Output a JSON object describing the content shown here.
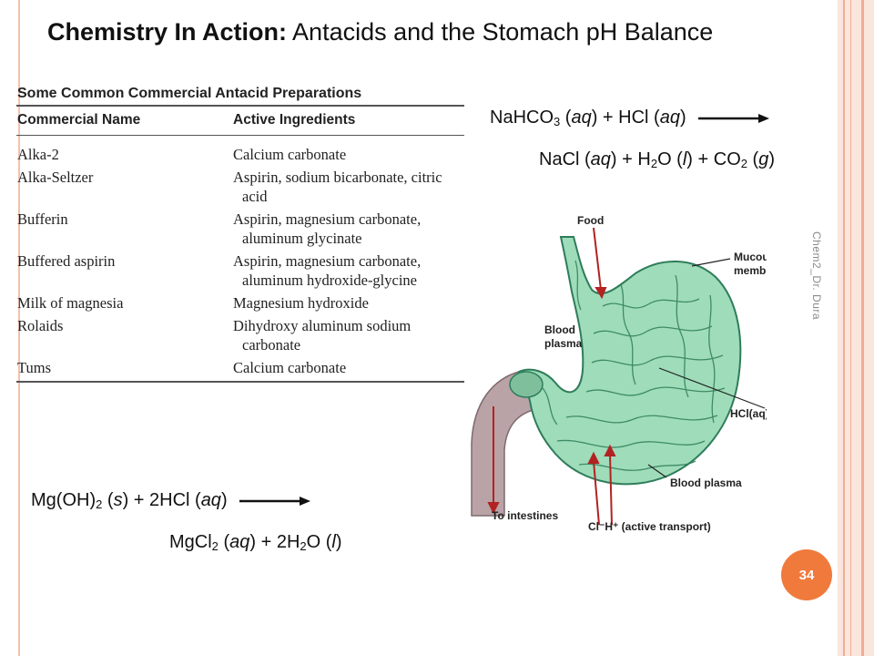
{
  "slide": {
    "title_bold": "Chemistry In Action:",
    "title_rest": " Antacids and the Stomach pH Balance",
    "page_number": "34",
    "credit": "Chem2_Dr. Dura"
  },
  "table": {
    "caption": "Some Common Commercial Antacid Preparations",
    "headers": [
      "Commercial Name",
      "Active Ingredients"
    ],
    "rows": [
      {
        "name": "Alka-2",
        "ingredients": "Calcium carbonate"
      },
      {
        "name": "Alka-Seltzer",
        "ingredients": "Aspirin, sodium bicarbonate, citric acid"
      },
      {
        "name": "Bufferin",
        "ingredients": "Aspirin, magnesium carbonate, aluminum glycinate"
      },
      {
        "name": "Buffered aspirin",
        "ingredients": "Aspirin, magnesium carbonate, aluminum hydroxide-glycine"
      },
      {
        "name": "Milk of magnesia",
        "ingredients": "Magnesium hydroxide"
      },
      {
        "name": "Rolaids",
        "ingredients": "Dihydroxy aluminum sodium carbonate"
      },
      {
        "name": "Tums",
        "ingredients": "Calcium carbonate"
      }
    ]
  },
  "equations": {
    "nahco3_reactants": "NaHCO3 (aq) + HCl (aq)",
    "nahco3_products": "NaCl (aq) + H2O (l) + CO2 (g)",
    "mgoh2_reactants": "Mg(OH)2 (s) + 2HCl (aq)",
    "mgoh2_products": "MgCl2 (aq) + 2H2O (l)"
  },
  "diagram": {
    "food": "Food",
    "mucous_1": "Mucous",
    "mucous_2": "membrane",
    "blood_1": "Blood",
    "blood_2": "plasma",
    "hcl": "HCl(aq)",
    "blood_plasma": "Blood plasma",
    "to_intestines": "To intestines",
    "ions": "Cl⁻H⁺ (active transport)"
  },
  "colors": {
    "stomach_fill": "#9fdcb9",
    "stomach_stroke": "#2e7d5b",
    "intestine_fill": "#b9a3a7",
    "arrow_red": "#b22222",
    "badge": "#f07a3c"
  }
}
